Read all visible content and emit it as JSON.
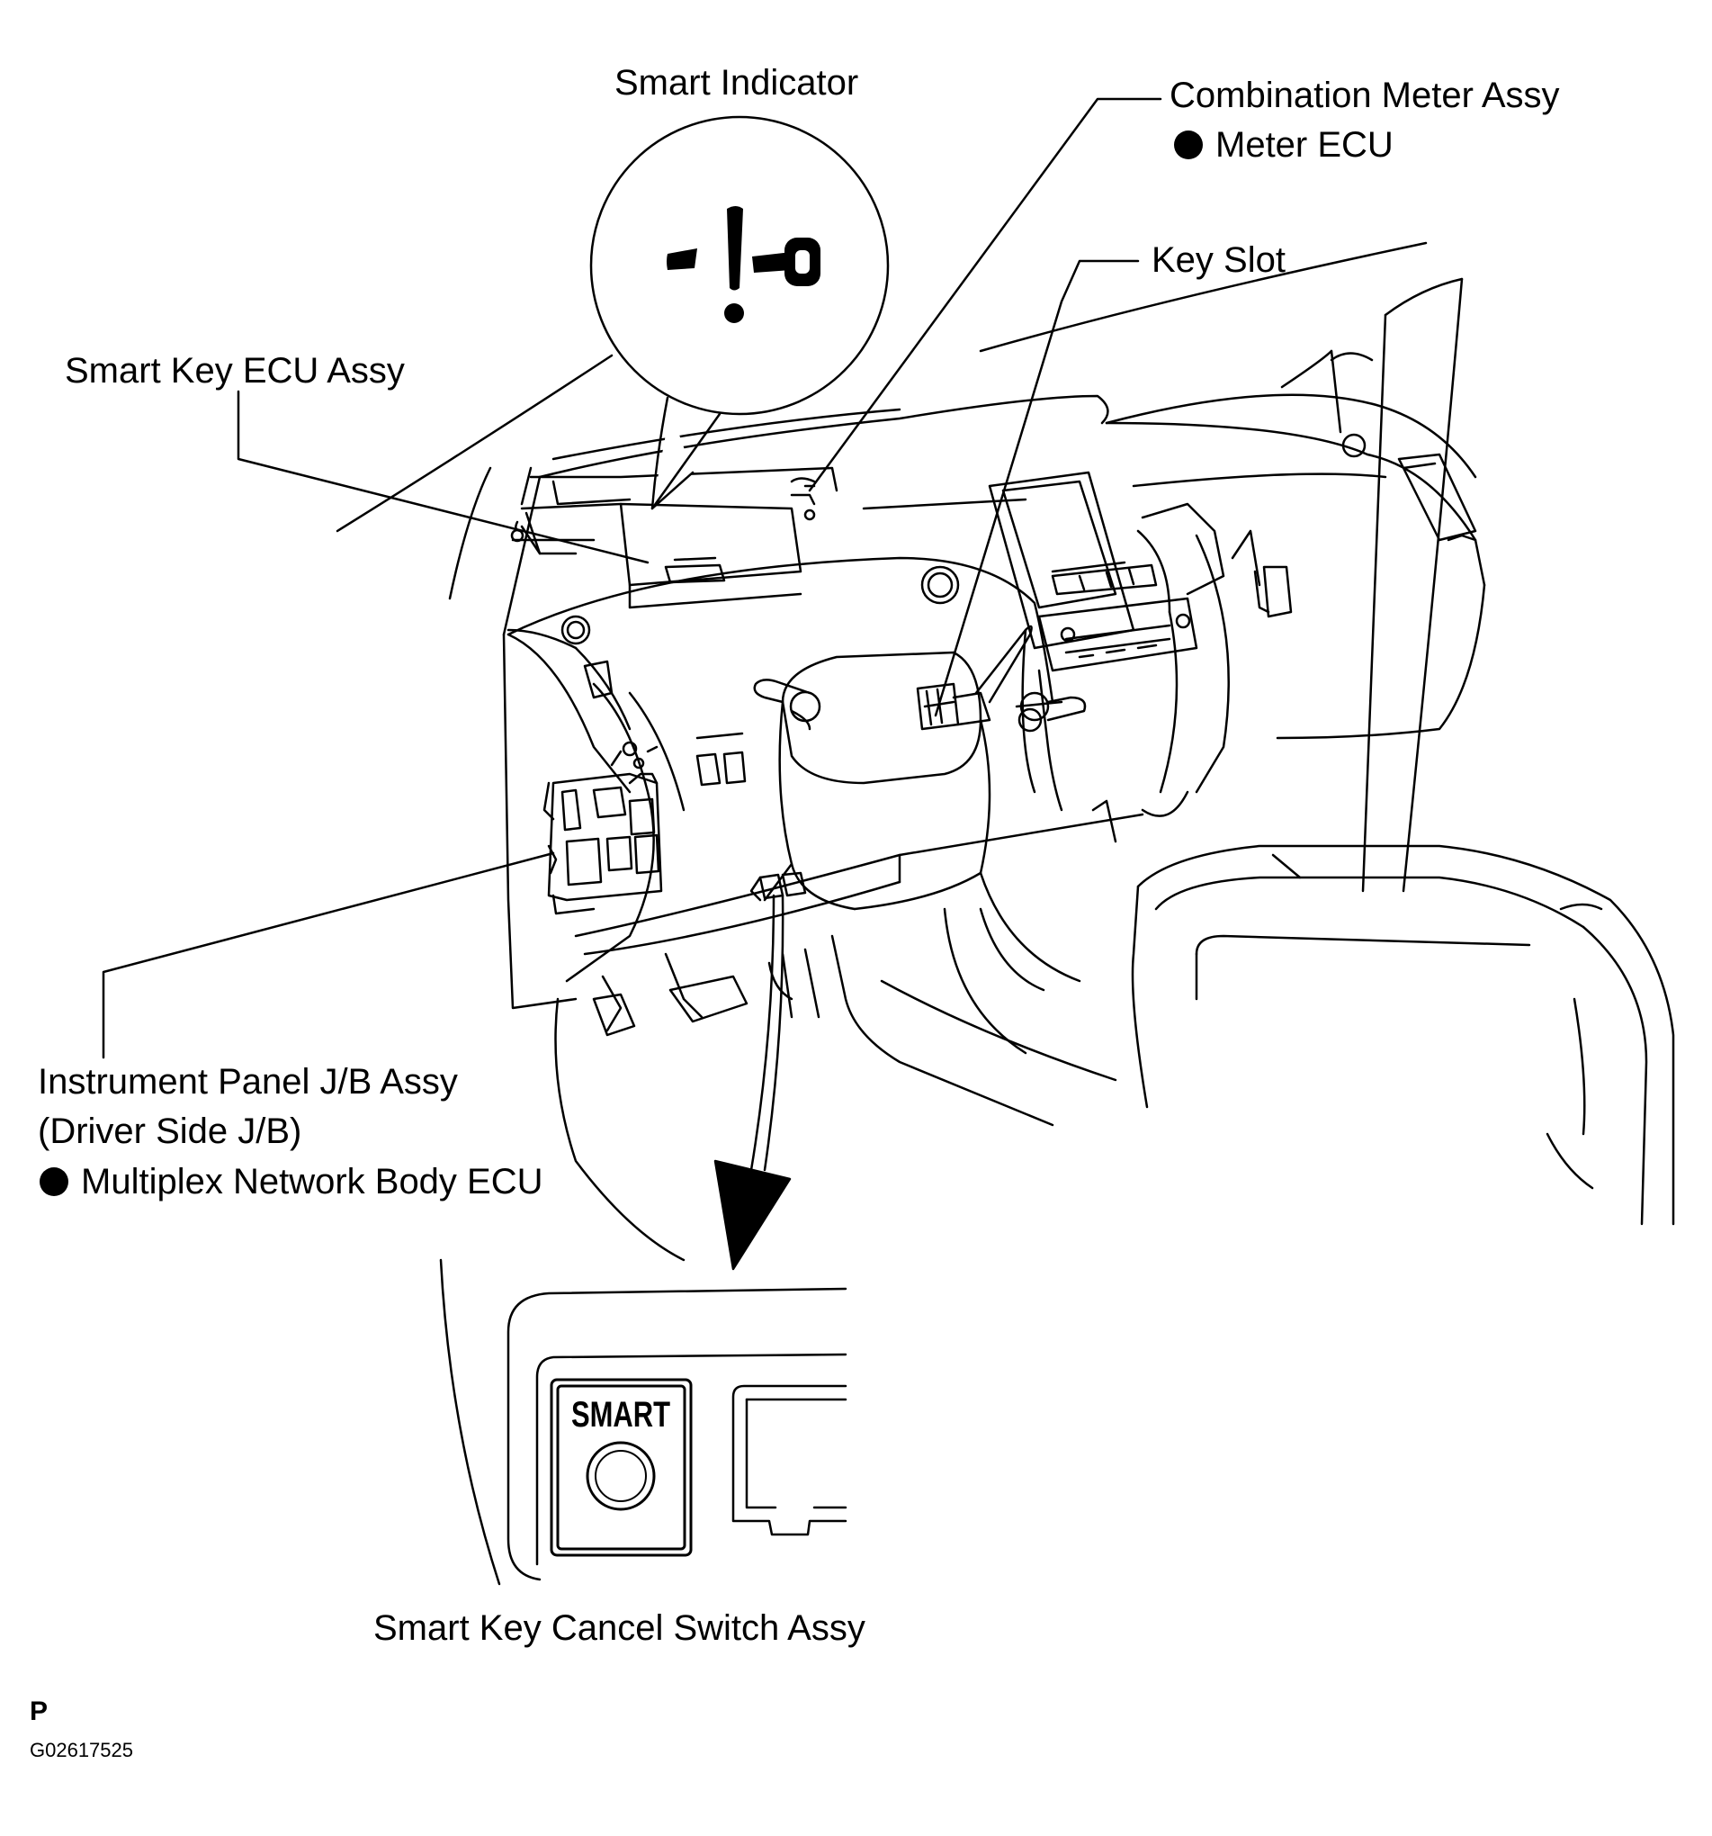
{
  "labels": {
    "smart_indicator": "Smart Indicator",
    "combination_meter": "Combination Meter Assy",
    "meter_ecu": "Meter ECU",
    "key_slot": "Key Slot",
    "smart_key_ecu": "Smart Key ECU Assy",
    "instrument_panel_jb": "Instrument Panel J/B Assy",
    "driver_side_jb": "(Driver Side J/B)",
    "multiplex_ecu": "Multiplex Network Body ECU",
    "cancel_switch": "Smart Key Cancel Switch Assy",
    "switch_caption": "SMART"
  },
  "footer": {
    "letter": "P",
    "code": "G02617525"
  },
  "colors": {
    "ink": "#000000",
    "paper": "#ffffff"
  }
}
